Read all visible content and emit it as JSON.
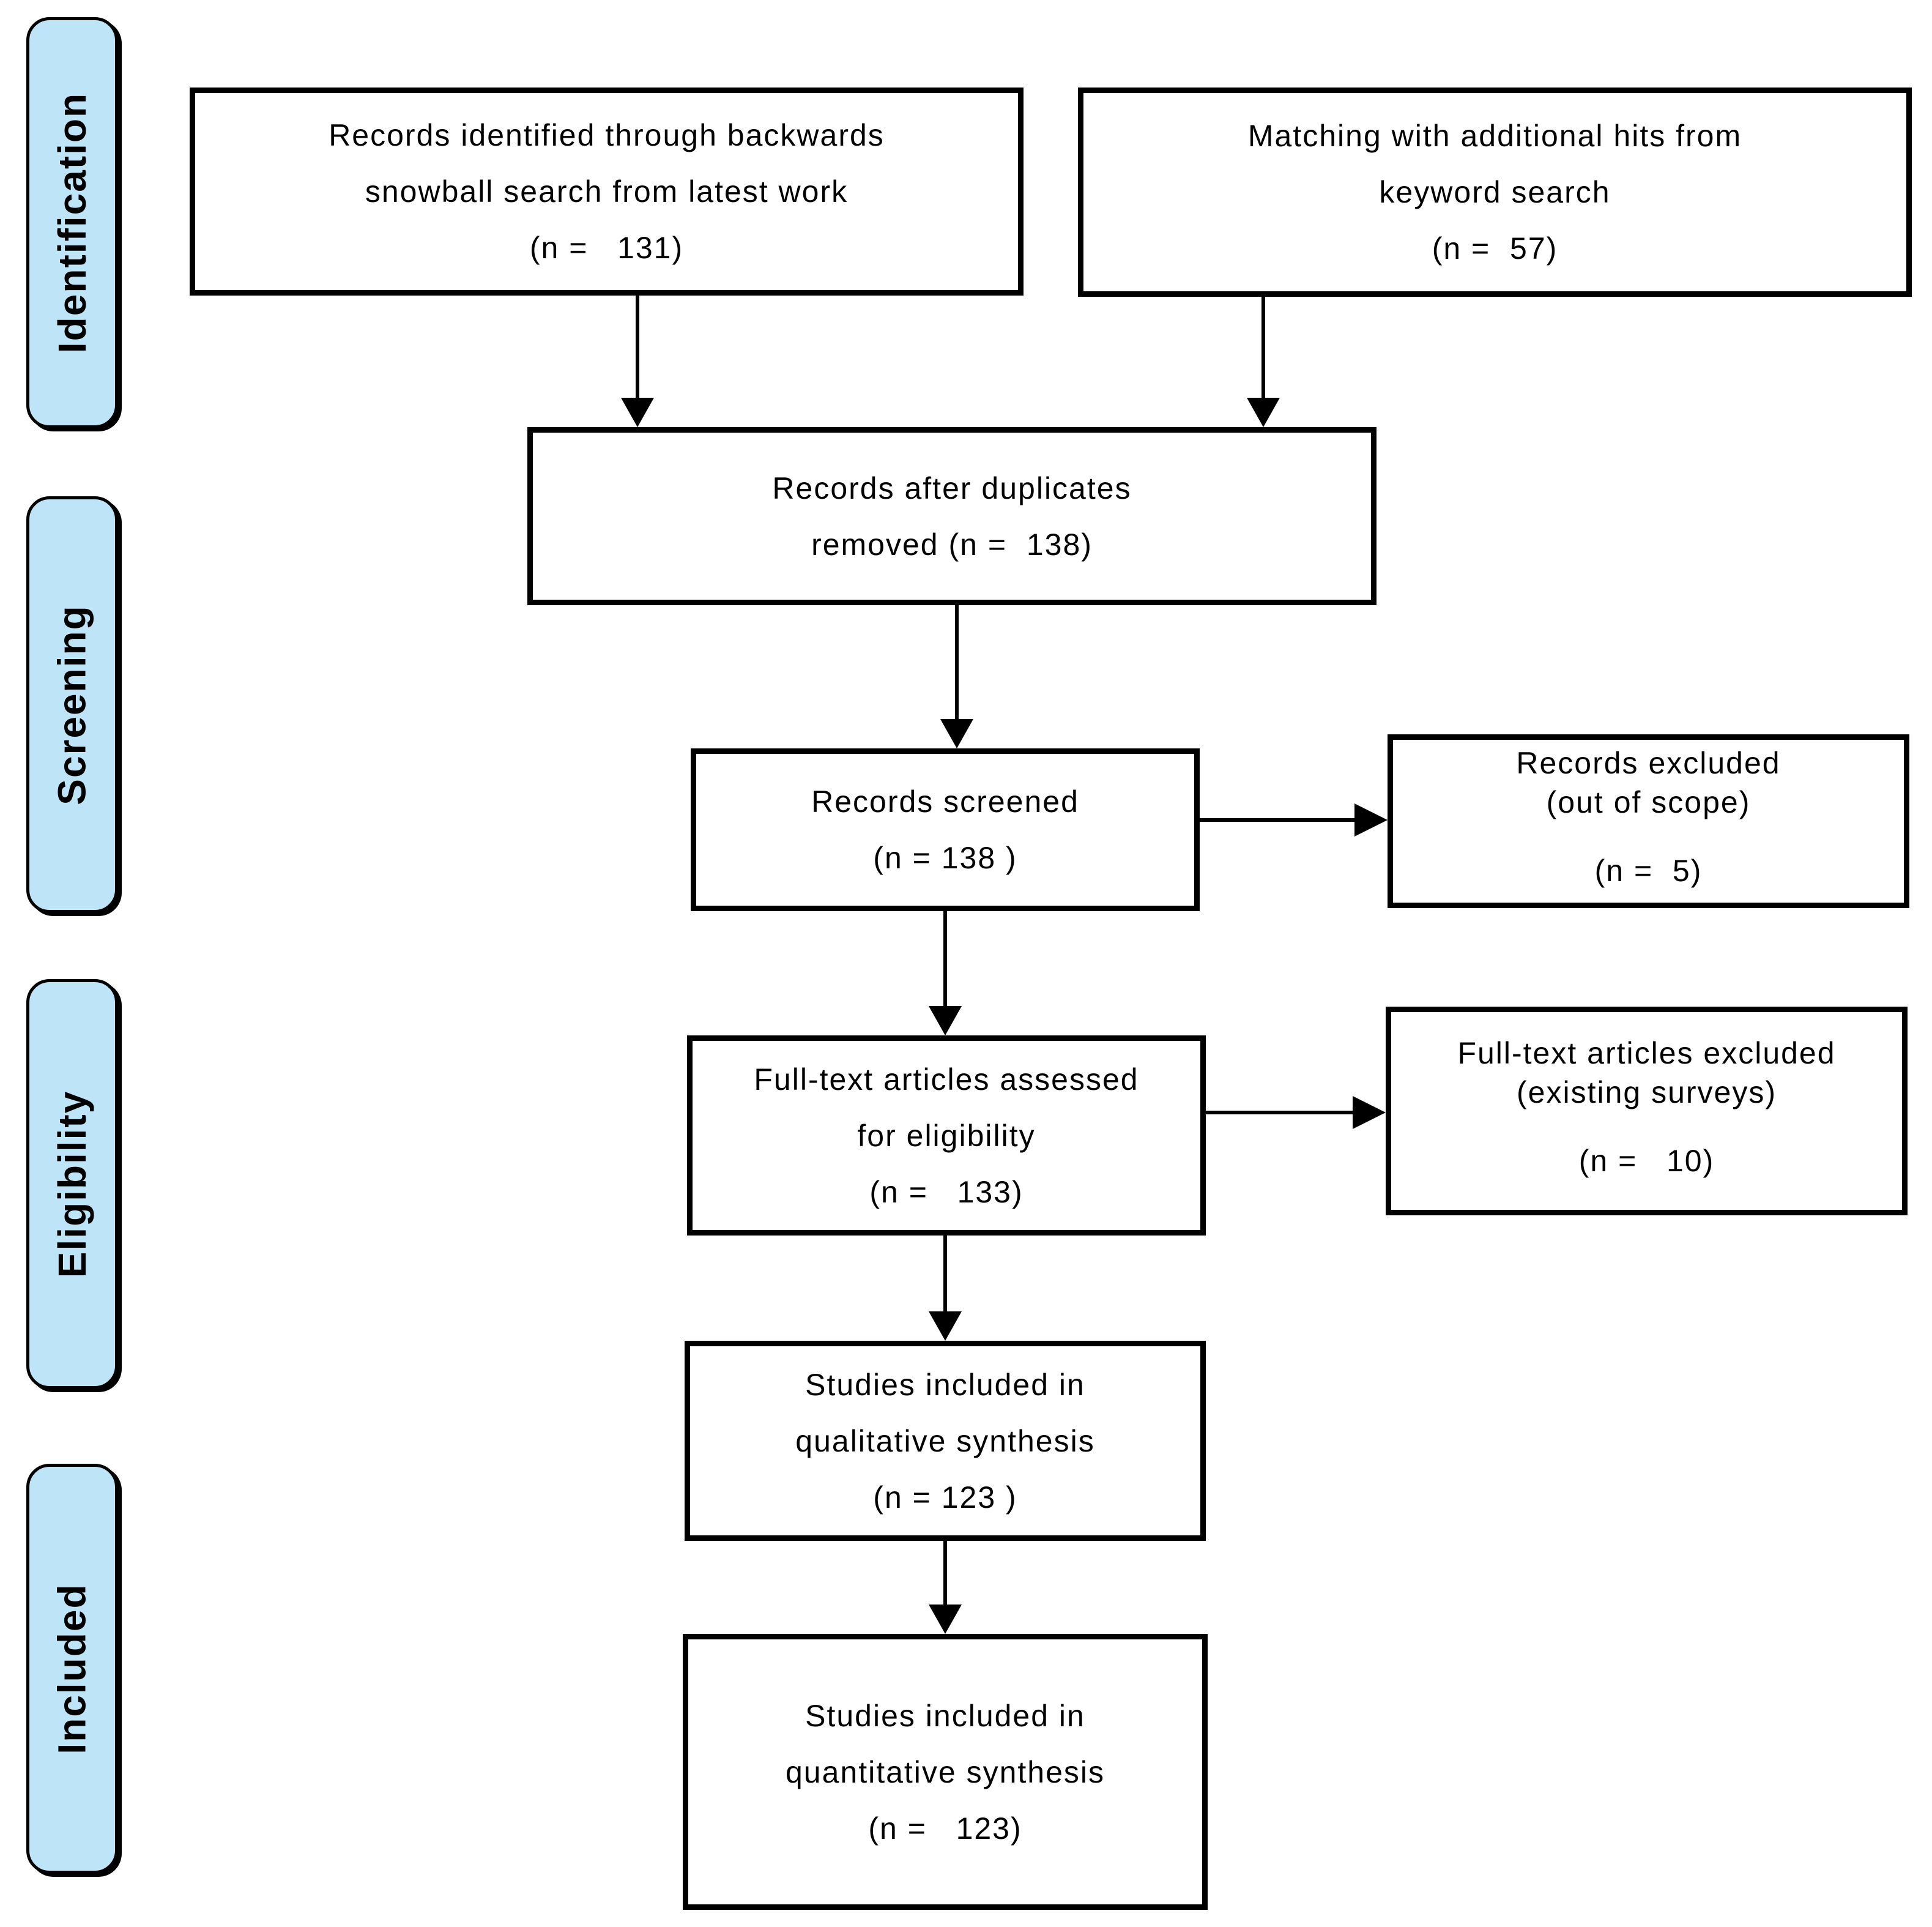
{
  "diagram": {
    "type": "prisma-flow",
    "colors": {
      "stage_fill": "#BEE4F8",
      "box_fill": "#FFFFFF",
      "border": "#000000",
      "text": "#000000"
    },
    "stages": [
      {
        "label": "Identification"
      },
      {
        "label": "Screening"
      },
      {
        "label": "Eligibility"
      },
      {
        "label": "Included"
      }
    ],
    "boxes": [
      {
        "id": "records-identified",
        "count": 131,
        "lines": [
          "Records identified through backwards",
          "snowball search from latest work",
          "(n =   131)"
        ]
      },
      {
        "id": "keyword-matching",
        "count": 57,
        "lines": [
          "Matching with additional hits from",
          "keyword search",
          "(n =  57)"
        ]
      },
      {
        "id": "duplicates-removed",
        "count": 138,
        "lines": [
          "Records after duplicates",
          "removed (n =  138)"
        ]
      },
      {
        "id": "records-screened",
        "count": 138,
        "lines": [
          "Records screened",
          "(n = 138 )"
        ]
      },
      {
        "id": "records-excluded",
        "count": 5,
        "lines": [
          "Records excluded",
          "(out of scope)",
          "(n =  5)"
        ]
      },
      {
        "id": "fulltext-assessed",
        "count": 133,
        "lines": [
          "Full-text articles assessed",
          "for eligibility",
          "(n =   133)"
        ]
      },
      {
        "id": "fulltext-excluded",
        "count": 10,
        "lines": [
          "Full-text articles excluded",
          "(existing surveys)",
          "(n =   10)"
        ]
      },
      {
        "id": "qualitative-synthesis",
        "count": 123,
        "lines": [
          "Studies included in",
          "qualitative synthesis",
          "(n = 123 )"
        ]
      },
      {
        "id": "quantitative-synthesis",
        "count": 123,
        "lines": [
          "Studies included in",
          "quantitative synthesis",
          "(n =   123)"
        ]
      }
    ]
  }
}
